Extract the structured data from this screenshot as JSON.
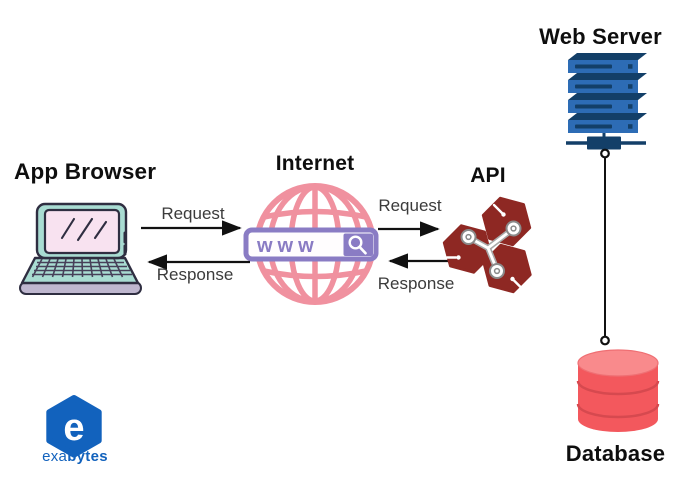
{
  "nodes": {
    "app_browser": {
      "label": "App Browser"
    },
    "internet": {
      "label": "Internet",
      "www_text": "www"
    },
    "api": {
      "label": "API"
    },
    "web_server": {
      "label": "Web Server"
    },
    "database": {
      "label": "Database"
    }
  },
  "flows": {
    "browser_to_internet": {
      "request": "Request",
      "response": "Response"
    },
    "internet_to_api": {
      "request": "Request",
      "response": "Response"
    }
  },
  "logo": {
    "letter": "e",
    "name_light": "exa",
    "name_bold": "bytes"
  },
  "icons": {
    "app_browser": "laptop-icon",
    "internet": "globe-www-icon",
    "api": "hexagon-circuit-icon",
    "web_server": "server-stack-icon",
    "database": "database-cylinder-icon",
    "logo": "hexagon-e-logo"
  },
  "colors": {
    "background": "#ffffff",
    "laptop_body": "#a9dcd2",
    "laptop_screen": "#f8e2f0",
    "laptop_outline": "#2f2e41",
    "laptop_shadow": "#bfb7cf",
    "globe_pink": "#f0919f",
    "www_purple": "#8a7cc4",
    "api_maroon": "#8e2823",
    "server_blue": "#2d6cb5",
    "server_navy": "#133f68",
    "database_red": "#f3585d",
    "database_top": "#f98a8c",
    "logo_blue": "#1262bd",
    "arrow_black": "#111111",
    "label_gray": "#3b3b3b",
    "title_black": "#0e0e0e"
  }
}
